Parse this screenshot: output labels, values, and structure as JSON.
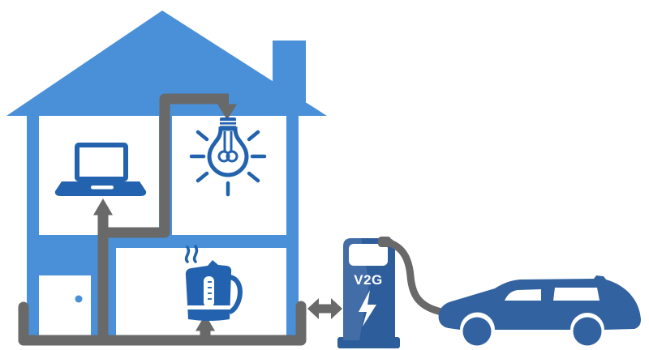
{
  "title": "V2G vehicle-to-grid home power flow diagram",
  "colors": {
    "house": "#4a90d8",
    "device": "#2262ae",
    "pipe": "#696969",
    "charger": "#2e5d9c",
    "car": "#32629f",
    "background": "#ffffff"
  },
  "charger": {
    "label": "V2G"
  },
  "icons": {
    "house": "house-cutaway-icon",
    "laptop": "laptop-icon",
    "bulb": "light-bulb-icon",
    "kettle": "kettle-icon",
    "door": "door-icon",
    "charger": "ev-charging-station-icon",
    "bolt": "lightning-bolt-icon",
    "car": "electric-car-icon",
    "flow": "power-flow-pipe",
    "exchange": "bidirectional-arrow-icon"
  }
}
